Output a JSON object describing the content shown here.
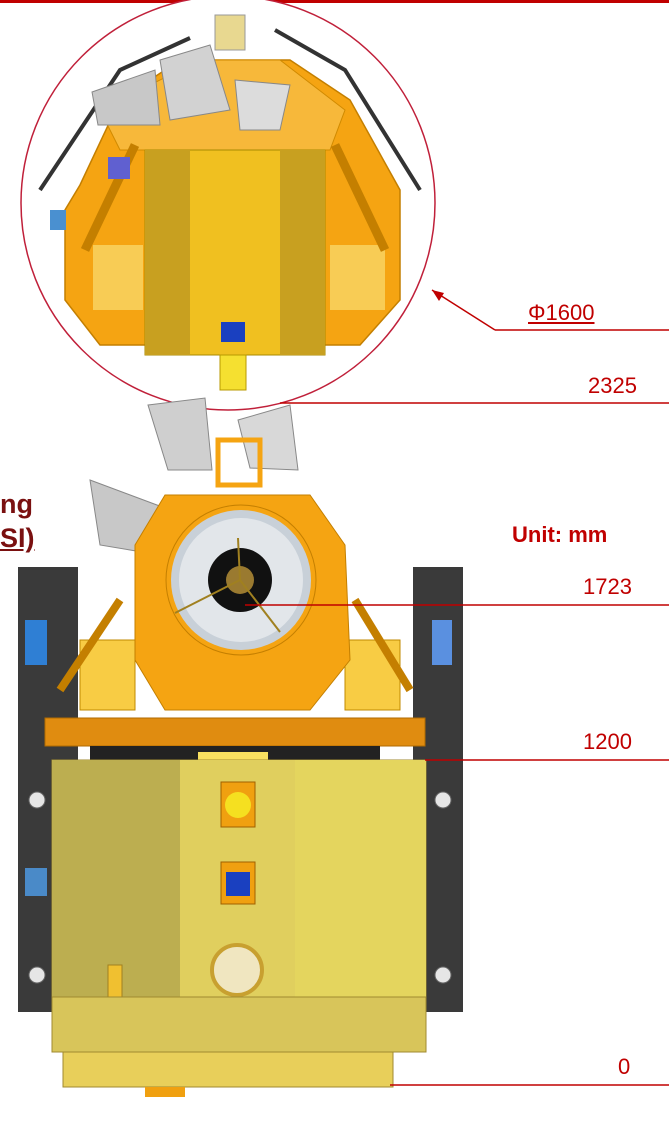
{
  "labels": {
    "diameter": "Φ1600",
    "height_top": "2325",
    "unit": "Unit: mm",
    "height_telescope": "1723",
    "height_adapter": "1200",
    "height_base": "0",
    "cut_text_1": "ng",
    "cut_text_2": "SI)"
  },
  "colors": {
    "dimension": "#c00000",
    "structure_orange": "#f5a412",
    "body_yellow": "#d8c55a",
    "panel_dark": "#3a3a3a",
    "panel_blue": "#2f7fd4"
  }
}
